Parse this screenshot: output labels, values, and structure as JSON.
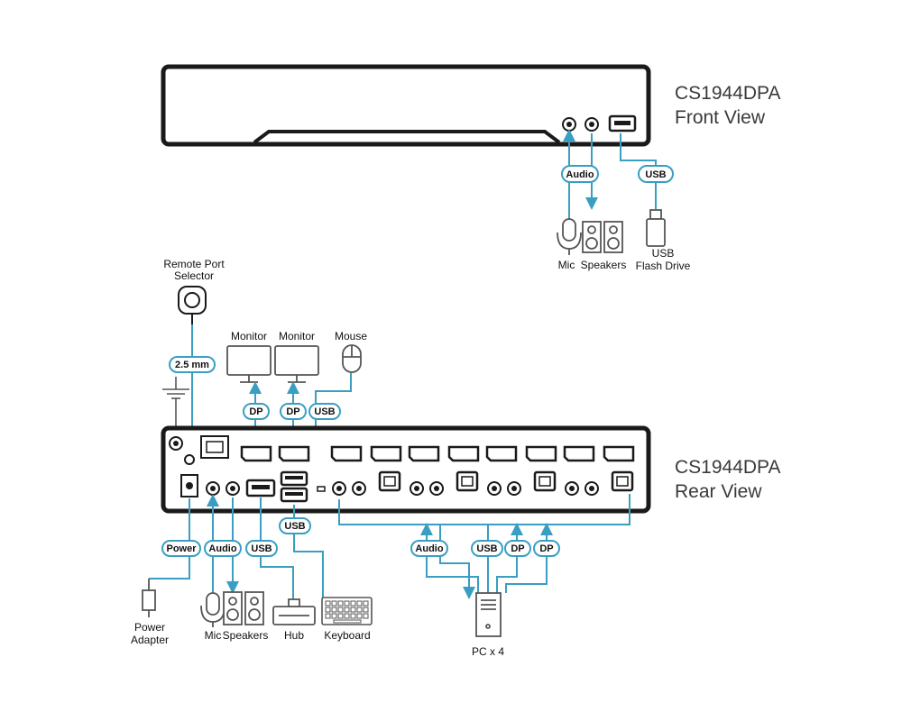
{
  "front": {
    "model": "CS1944DPA",
    "view": "Front View"
  },
  "rear": {
    "model": "CS1944DPA",
    "view": "Rear View"
  },
  "colors": {
    "line": "#3a9ec2",
    "pill_border": "#3a9ec2",
    "unit": "#1a1a1a",
    "icon": "#555555"
  },
  "front_links": {
    "audio": "Audio",
    "usb": "USB"
  },
  "front_devices": {
    "mic": "Mic",
    "speakers": "Speakers",
    "usb_line1": "USB",
    "usb_line2": "Flash Drive"
  },
  "top_devices": {
    "remote_line1": "Remote Port",
    "remote_line2": "Selector",
    "remote_pill": "2.5 mm",
    "monitor1": "Monitor",
    "monitor2": "Monitor",
    "mouse": "Mouse",
    "dp1": "DP",
    "dp2": "DP",
    "usb": "USB"
  },
  "bottom_links": {
    "power": "Power",
    "audio": "Audio",
    "usb_hub": "USB",
    "usb_kbd": "USB"
  },
  "bottom_devices": {
    "power_line1": "Power",
    "power_line2": "Adapter",
    "mic": "Mic",
    "speakers": "Speakers",
    "hub": "Hub",
    "keyboard": "Keyboard"
  },
  "pc_links": {
    "audio": "Audio",
    "usb": "USB",
    "dp1": "DP",
    "dp2": "DP"
  },
  "pc": {
    "label": "PC x 4"
  }
}
